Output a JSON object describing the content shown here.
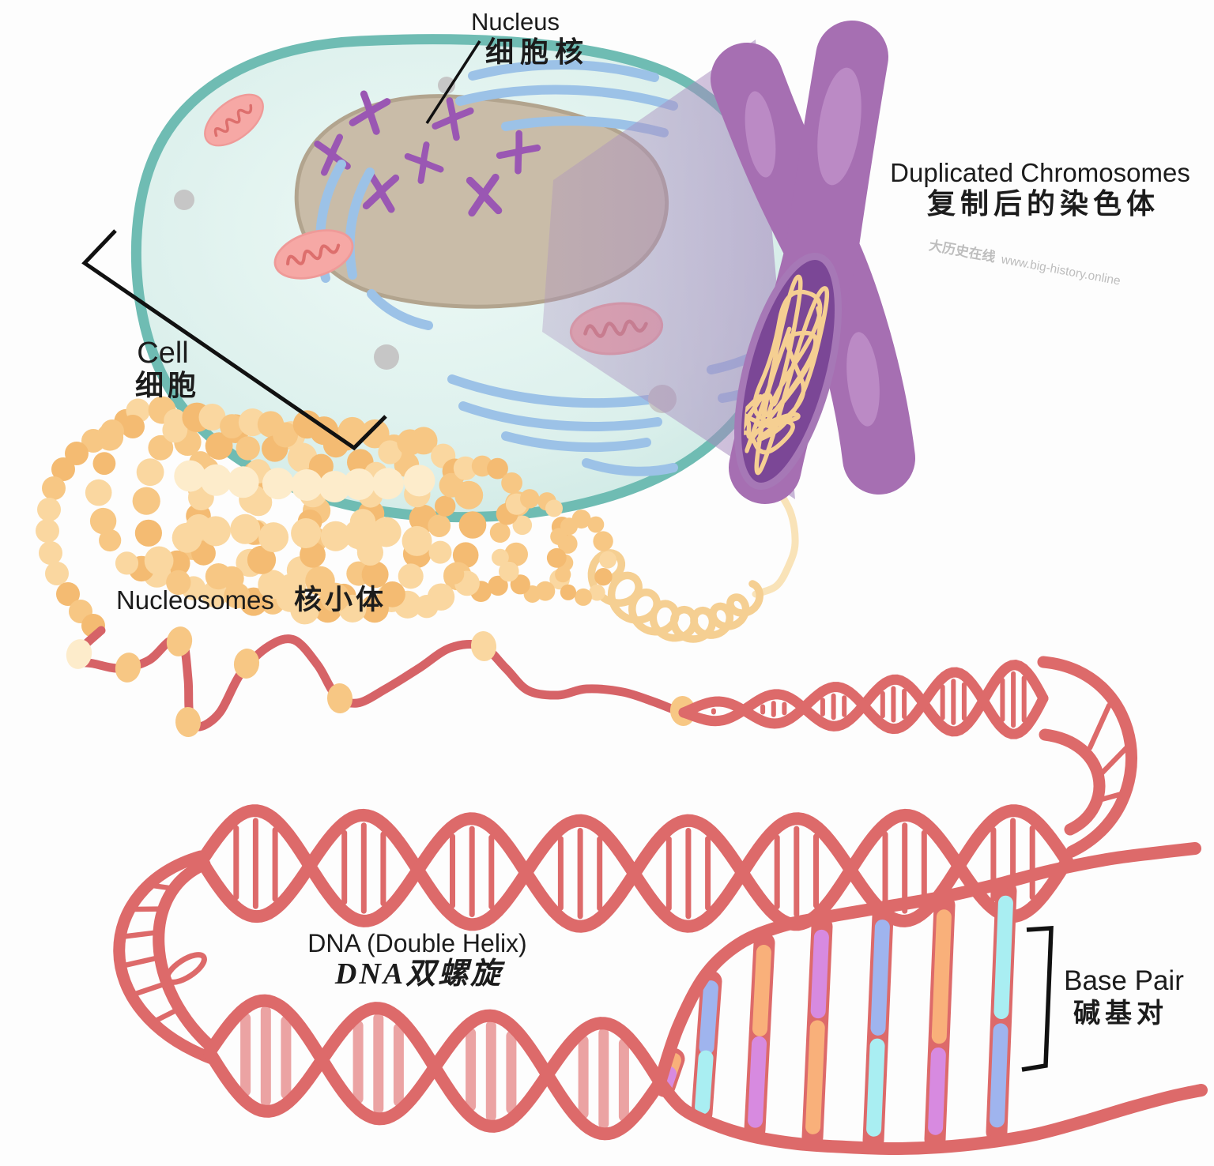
{
  "labels": {
    "nucleus": {
      "en": "Nucleus",
      "zh": "细胞核"
    },
    "duplicated_chromosomes": {
      "en": "Duplicated Chromosomes",
      "zh": "复制后的染色体"
    },
    "cell": {
      "en": "Cell",
      "zh": "细胞"
    },
    "nucleosomes": {
      "en": "Nucleosomes",
      "zh": "核小体"
    },
    "dna": {
      "en": "DNA (Double Helix)",
      "zh": "DNA双螺旋"
    },
    "base_pair": {
      "en": "Base Pair",
      "zh": "碱基对"
    }
  },
  "watermark": {
    "zh": "大历史在线",
    "url": "www.big-history.online"
  },
  "base_pairs": [
    {
      "top": "orange",
      "bottom": "violet"
    },
    {
      "top": "blue",
      "bottom": "cyan"
    },
    {
      "top": "orange",
      "bottom": "violet"
    },
    {
      "top": "violet",
      "bottom": "orange"
    },
    {
      "top": "blue",
      "bottom": "cyan"
    },
    {
      "top": "orange",
      "bottom": "violet"
    },
    {
      "top": "cyan",
      "bottom": "blue"
    }
  ],
  "colors": {
    "label": "#1c1c1c",
    "watermark_gray": "#bdbdbd",
    "cell_membrane": "#6fbcb3",
    "cell_fill_light": "#e9f7f4",
    "cell_fill_mid": "#d9efeb",
    "cell_fill_edge": "#c3e4df",
    "nucleus_fill": "#c9bca8",
    "nucleus_edge": "#b2a48e",
    "nuclear_chromosome": "#9a57b3",
    "mitochondria_fill": "#f6a8a5",
    "mitochondria_edge": "#ef9a98",
    "mitochondria_line": "#dd6f6d",
    "er_blue": "#9cc2e7",
    "vesicle_gray": "#c6c6c6",
    "beam": "#ab92bf",
    "chromosome_purple": "#a66fb2",
    "chromosome_highlight": "#c698d0",
    "chromosome_open_fill": "#7b4796",
    "chromosome_open_edge": "#a678b6",
    "chromatin_thread": "#f5cf92",
    "chromatin_thread_light": "#f9e3b8",
    "bead_dark": "#f4bb72",
    "bead_mid": "#f7c784",
    "bead_light": "#fad7a0",
    "bead_pale": "#fdeccb",
    "string_red": "#d66367",
    "dna_red": "#dd6a6a",
    "dna_rung_pale": "#eba3a3",
    "bp_orange": "#f9b07a",
    "bp_violet": "#d78ae0",
    "bp_blue": "#9fb4ee",
    "bp_cyan": "#a9eef2"
  }
}
